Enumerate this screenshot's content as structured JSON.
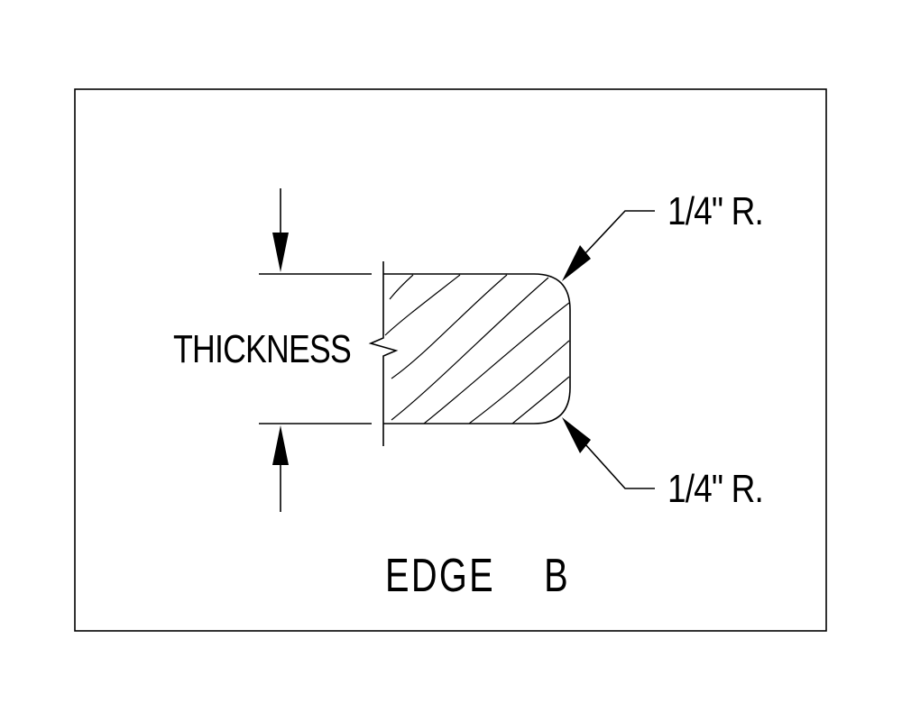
{
  "drawing": {
    "title": "EDGE  B",
    "thickness_label": "THICKNESS",
    "top_radius_label": "1/4\" R.",
    "bottom_radius_label": "1/4\" R.",
    "ink_color": "#000000",
    "background_color": "#ffffff"
  }
}
